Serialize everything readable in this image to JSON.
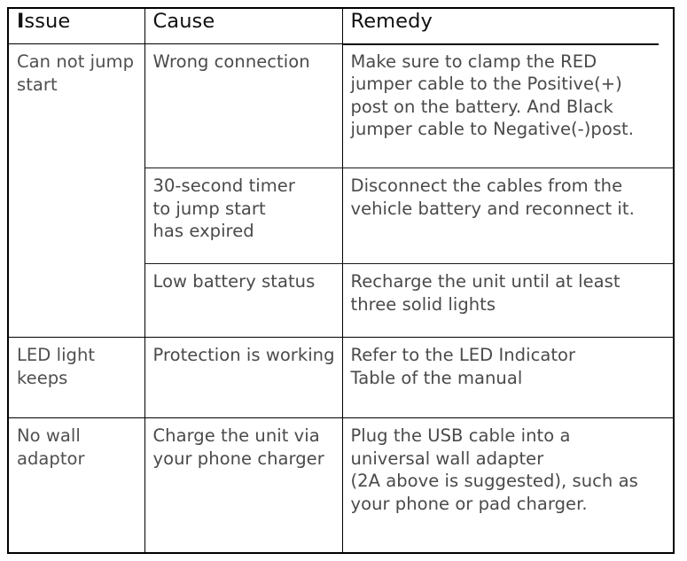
{
  "table": {
    "name": "troubleshooting-table",
    "columns": [
      {
        "key": "issue",
        "label": "Issue",
        "label_initial": "I",
        "label_rest": "ssue"
      },
      {
        "key": "cause",
        "label": "Cause"
      },
      {
        "key": "remedy",
        "label": "Remedy"
      }
    ],
    "groups": [
      {
        "issue": "Can not jump\nstart",
        "rows": [
          {
            "cause": "Wrong  connection",
            "remedy": "Make sure to clamp the RED\njumper cable to the Positive(+)\npost on the battery. And Black\njumper cable to Negative(-)post."
          },
          {
            "cause": "30-second timer\nto jump start\nhas expired",
            "remedy": "Disconnect the cables from the\nvehicle battery and reconnect it."
          },
          {
            "cause": "Low battery status",
            "remedy": "Recharge the unit until at least\nthree solid lights"
          }
        ]
      },
      {
        "issue": "LED light\nkeeps",
        "rows": [
          {
            "cause": "Protection is working",
            "remedy": "Refer to the LED Indicator\nTable of the manual"
          }
        ]
      },
      {
        "issue": "No wall\nadaptor",
        "rows": [
          {
            "cause": "Charge the unit via\nyour phone charger",
            "remedy": "Plug the USB cable into a\nuniversal wall adapter\n(2A above is suggested), such as\nyour phone or pad charger."
          }
        ]
      }
    ]
  },
  "colors": {
    "page_background": "#ffffff",
    "border": "#000000",
    "header_text": "#111111",
    "body_text": "#4a4a4a"
  }
}
